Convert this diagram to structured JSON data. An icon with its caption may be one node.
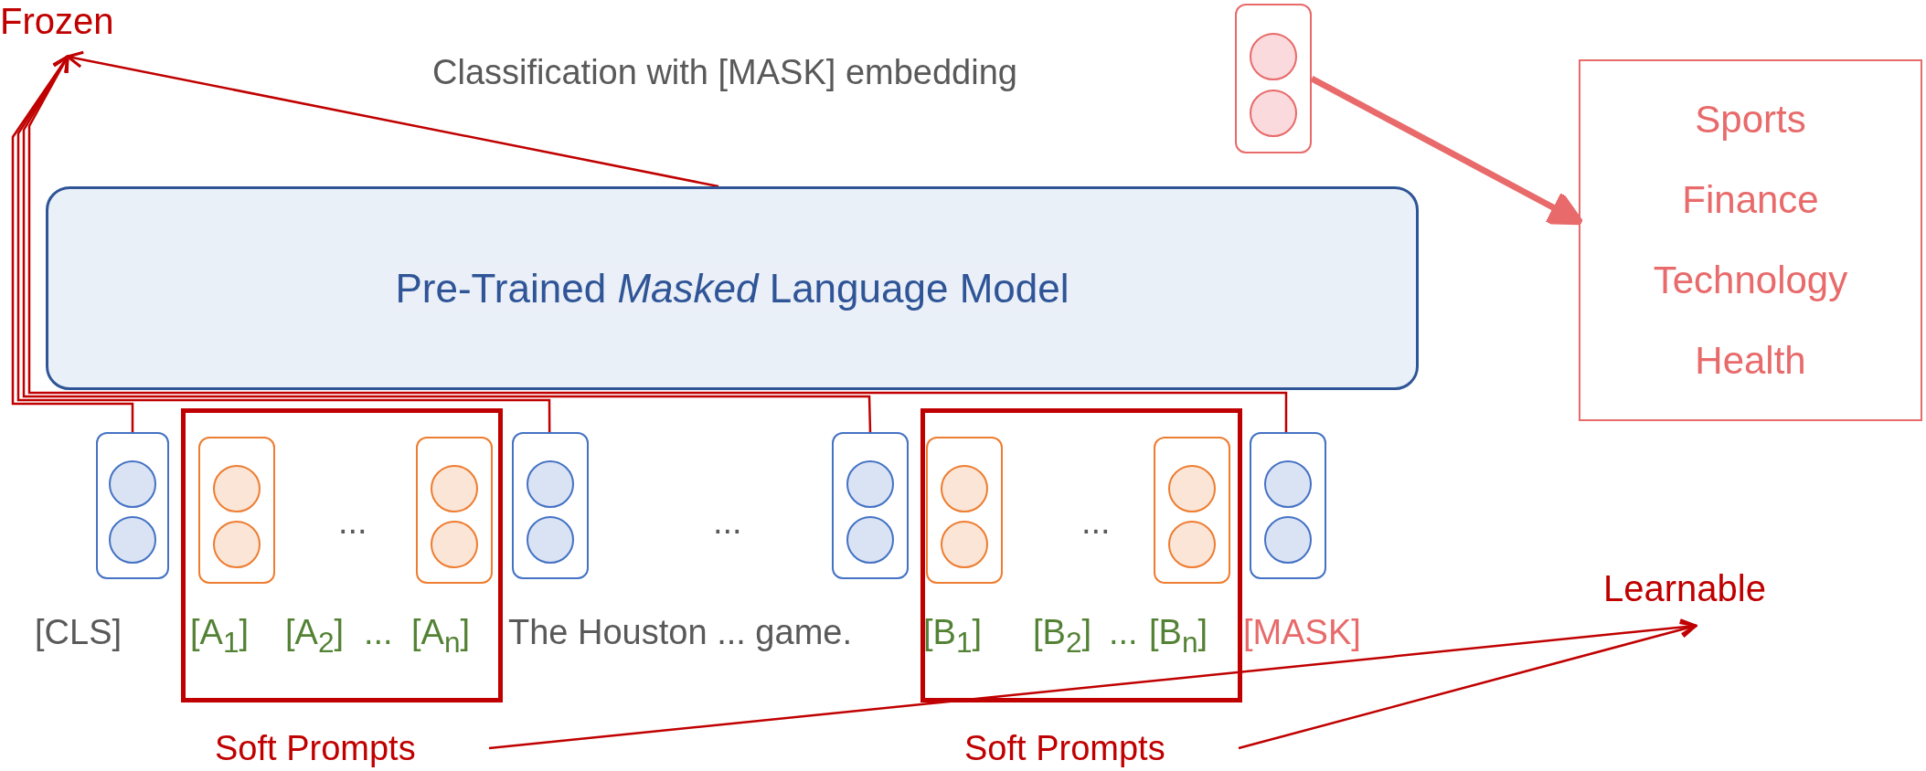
{
  "diagram": {
    "nodes": [
      {
        "text": [
          "Frozen"
        ]
      },
      {
        "text": [],
        "shape": "box"
      },
      {
        "text": [
          "Sports",
          "Finance",
          "Technology",
          "Health"
        ]
      },
      {
        "text": [
          "Pre-Trained *Masked* Language Model"
        ]
      },
      {
        "text": [],
        "shape": "box"
      },
      {
        "text": [],
        "shape": "box"
      },
      {
        "text": [],
        "shape": "box",
        "in": 5
      },
      {
        "text": [],
        "shape": "box",
        "in": 5
      },
      {
        "text": [],
        "shape": "box"
      },
      {
        "text": [],
        "shape": "box"
      },
      {
        "text": [],
        "shape": "box"
      },
      {
        "text": [],
        "shape": "box",
        "in": 10
      },
      {
        "text": [],
        "shape": "box",
        "in": 10
      },
      {
        "text": [],
        "shape": "box"
      },
      {
        "text": [
          "Learnable"
        ]
      },
      {
        "text": [
          "Soft Prompts"
        ]
      },
      {
        "text": [
          "Soft Prompts"
        ]
      }
    ],
    "edges": [
      {
        "from": 4,
        "to": 0,
        "arrow": "to"
      },
      {
        "from": 8,
        "to": 0,
        "arrow": "to"
      },
      {
        "from": 9,
        "to": 0,
        "arrow": "to"
      },
      {
        "from": 3,
        "to": 0,
        "arrow": "to"
      },
      {
        "from": 13,
        "to": 0,
        "arrow": "to"
      },
      {
        "from": 1,
        "to": 2,
        "arrow": "to",
        "style": "thick",
        "color": "#e86a6a"
      },
      {
        "from": 15,
        "to": 14,
        "arrow": "to"
      },
      {
        "from": 16,
        "to": 14,
        "arrow": "to"
      }
    ],
    "labels": [
      "Classification with [MASK] embedding",
      "...",
      "...",
      "...",
      "[CLS]",
      "[A$_{1}$]",
      "[A$_{2}$]",
      "...",
      "[A$_{n}$]",
      "The Houston ... game.",
      "[B$_{1}$]",
      "[B$_{2}$]",
      "...",
      "[B$_{n}$]",
      "[MASK]"
    ]
  }
}
